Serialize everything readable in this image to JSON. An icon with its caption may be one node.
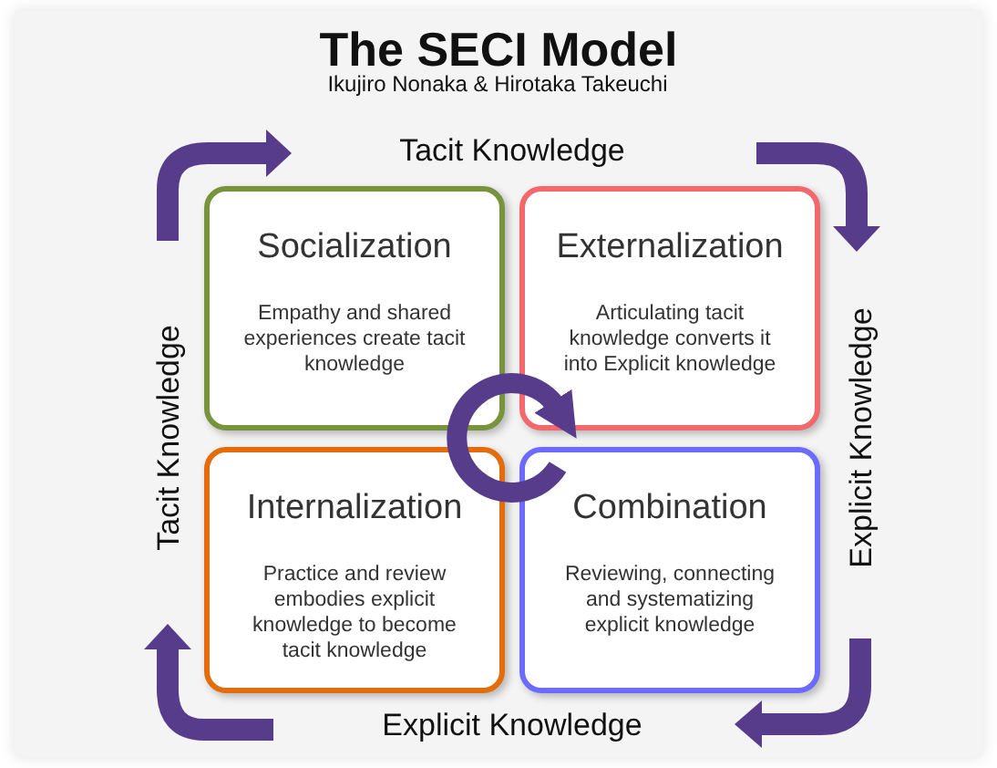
{
  "diagram": {
    "title": "The SECI Model",
    "nodes": [
      {
        "text": [
          "Socialization",
          "Empathy and shared experiences create tacit knowledge"
        ]
      },
      {
        "text": [
          "Externalization",
          "Articulating tacit knowledge converts it into Explicit knowledge"
        ]
      },
      {
        "text": [
          "Internalization",
          "Practice and review embodies explicit knowledge to become tacit knowledge"
        ]
      },
      {
        "text": [
          "Combination",
          "Reviewing, connecting and systematizing explicit knowledge"
        ]
      },
      {
        "text": [],
        "shape": "picture"
      }
    ],
    "labels": [
      "Ikujiro Nonaka & Hirotaka Takeuchi",
      "Tacit Knowledge",
      "Tacit Knowledge",
      "Explicit Knowledge",
      "Explicit Knowledge"
    ]
  }
}
